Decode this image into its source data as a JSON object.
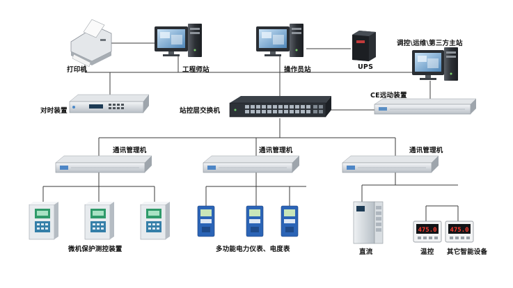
{
  "labels": {
    "printer": "打印机",
    "engineer_station": "工程师站",
    "operator_station": "操作员站",
    "ups": "UPS",
    "remote_station": "调控\\运维\\第三方主站",
    "time_sync": "对时装置",
    "station_switch": "站控层交换机",
    "telecontrol": "CE远动装置",
    "comm_manager_1": "通讯管理机",
    "comm_manager_2": "通讯管理机",
    "comm_manager_3": "通讯管理机",
    "protection_devices": "微机保护测控装置",
    "meters": "多功能电力仪表、电度表",
    "dc": "直流",
    "temp_control": "温控",
    "other_devices": "其它智能设备"
  },
  "displays": {
    "temp_controller_1": "475.0",
    "temp_controller_2": "475.0"
  },
  "colors": {
    "line": "#3a3a3a",
    "device_gray": "#c9ced3",
    "switch_dark": "#2d3238",
    "protection_green": "#2f9a6a",
    "meter_blue": "#2b64b6"
  }
}
